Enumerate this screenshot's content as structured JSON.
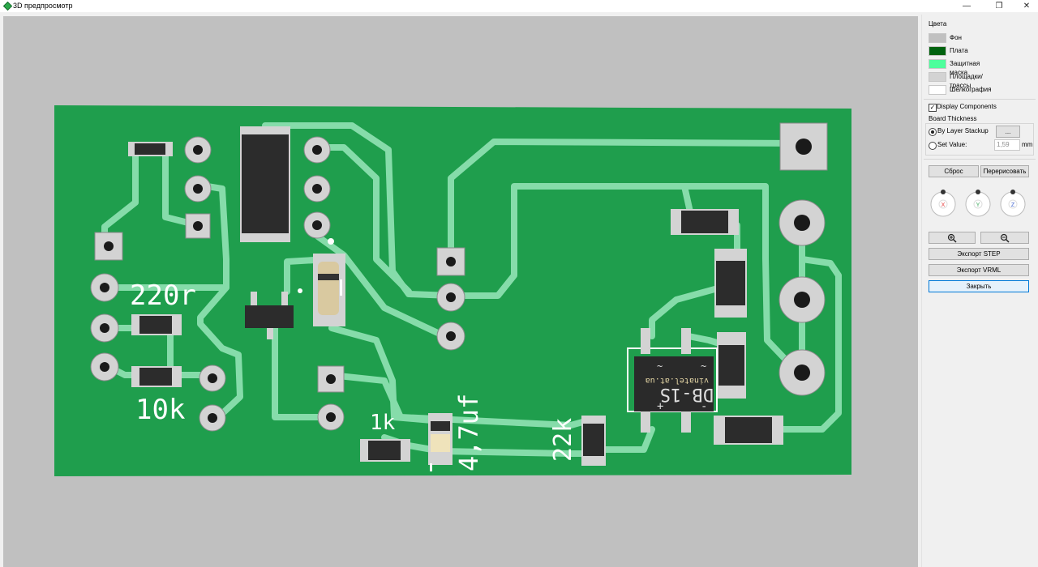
{
  "window": {
    "title": "3D предпросмотр",
    "buttons": [
      "—",
      "❐",
      "✕"
    ]
  },
  "panel": {
    "colors_group": "Цвета",
    "colors": [
      {
        "label": "Фон",
        "color": "#c0c0c0"
      },
      {
        "label": "Плата",
        "color": "#00620f"
      },
      {
        "label": "Защитная маска",
        "color": "#4dff9c"
      },
      {
        "label": "Площадки/ трассы",
        "color": "#d3d3d3"
      },
      {
        "label": "Шелкография",
        "color": "#ffffff"
      }
    ],
    "display_components": "Display Components",
    "thickness_group": "Board Thickness",
    "by_layer_stackup": "By Layer Stackup",
    "stackup_button": "...",
    "set_value": "Set Value:",
    "value": "1,59",
    "unit": "mm",
    "reset_button": "Сброс",
    "redraw_button": "Перерисовать",
    "axes": [
      "X",
      "Y",
      "Z"
    ],
    "zoom_in_icon": "zoom-in",
    "zoom_out_icon": "zoom-out",
    "export_step": "Экспорт STEP",
    "export_vrml": "Экспорт VRML",
    "close": "Закрыть"
  },
  "board": {
    "board_color": "#1f9e4d",
    "trace_color": "#86dcaa",
    "silkscreen": {
      "r1": "220r",
      "r2": "10k",
      "r3": "1k",
      "c1": "4,7uf",
      "r4": "22k",
      "bridge_part": "DB-1S",
      "bridge_brand": "vinatel.at.ua",
      "bridge_tilde_left": "~",
      "bridge_tilde_right": "~",
      "bridge_plus": "+",
      "bridge_minus": "-"
    }
  }
}
